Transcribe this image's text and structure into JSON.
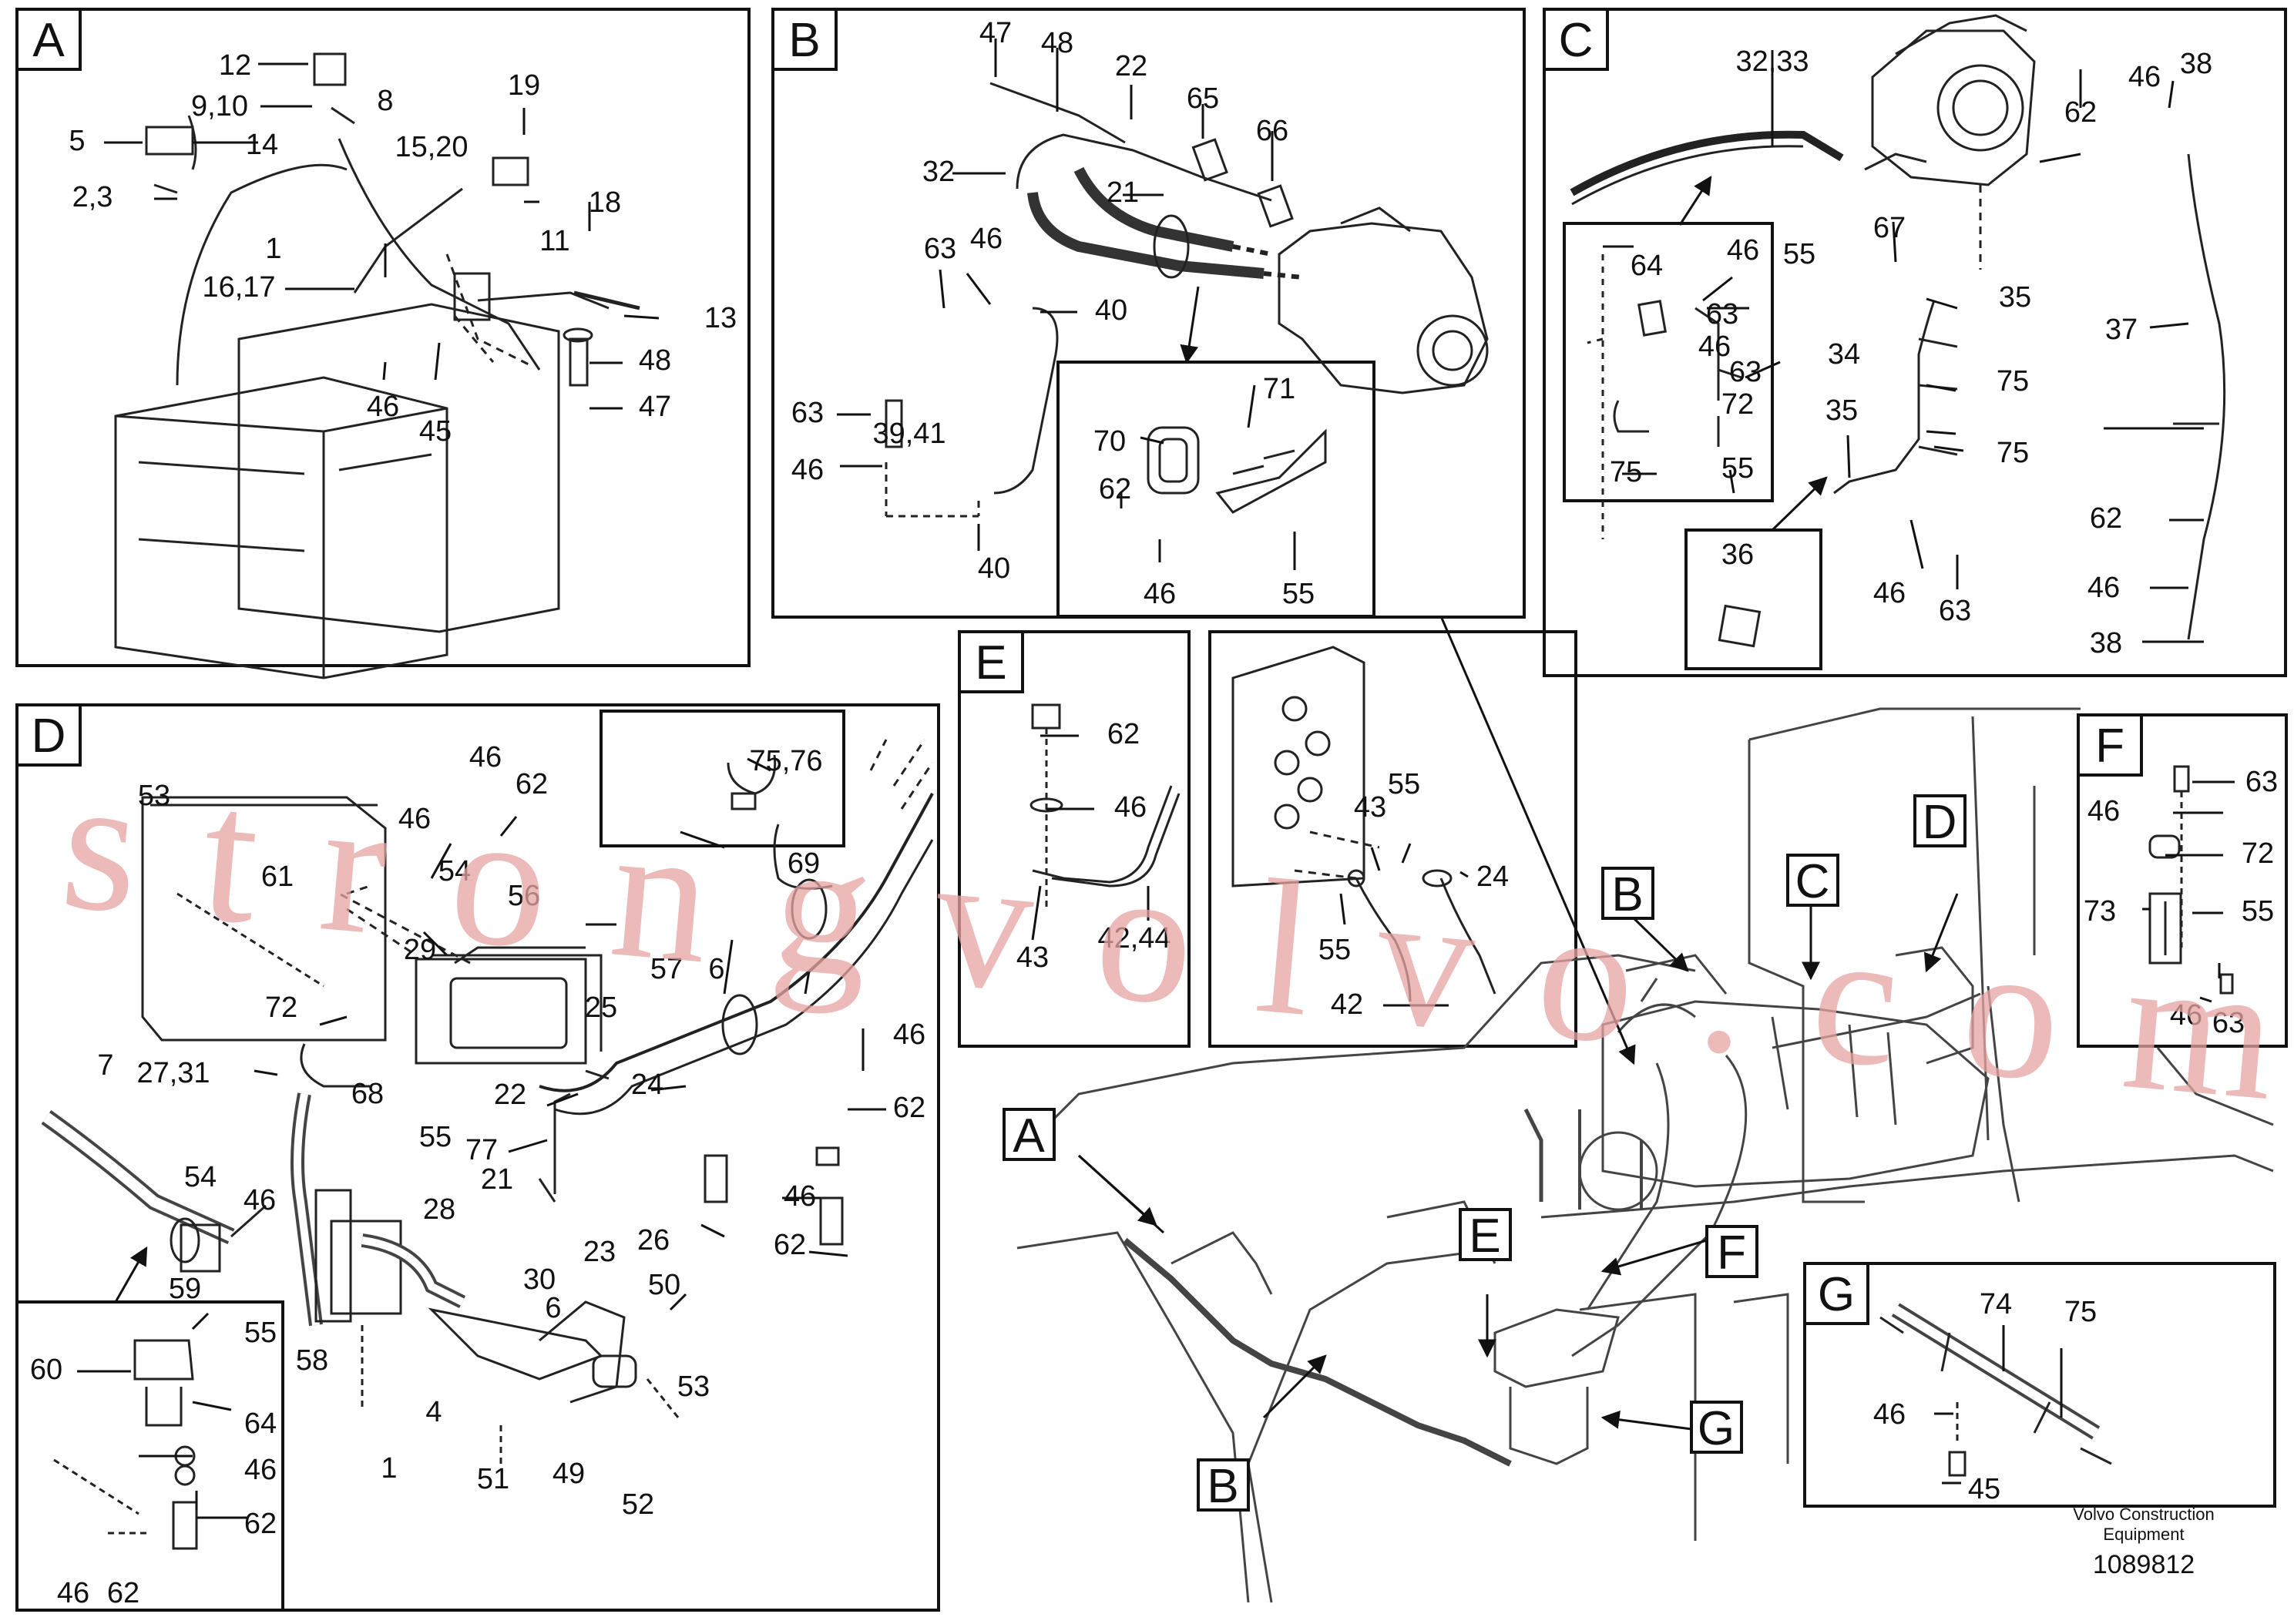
{
  "watermark": "strongvolvo.com",
  "footer": {
    "publisher_line1": "Volvo Construction",
    "publisher_line2": "Equipment",
    "document_number": "1089812"
  },
  "panels": [
    {
      "id": "A",
      "labels": [
        "12",
        "9,10",
        "8",
        "5",
        "14",
        "15,20",
        "19",
        "2,3",
        "18",
        "1",
        "11",
        "16,17",
        "13",
        "46",
        "48",
        "45",
        "47"
      ]
    },
    {
      "id": "B",
      "labels": [
        "47",
        "48",
        "22",
        "65",
        "66",
        "32",
        "21",
        "63",
        "46",
        "40",
        "63",
        "39,41",
        "46",
        "40",
        "71",
        "70",
        "62",
        "46",
        "55"
      ]
    },
    {
      "id": "C",
      "labels": [
        "32,33",
        "46",
        "38",
        "62",
        "64",
        "46",
        "63",
        "46",
        "63",
        "55",
        "67",
        "35",
        "37",
        "34",
        "75",
        "72",
        "35",
        "75",
        "75",
        "55",
        "36",
        "46",
        "63",
        "62",
        "46",
        "38"
      ]
    },
    {
      "id": "D",
      "labels": [
        "75,76",
        "53",
        "46",
        "62",
        "61",
        "46",
        "54",
        "56",
        "72",
        "29",
        "57",
        "69",
        "6",
        "7",
        "27,31",
        "25",
        "46",
        "24",
        "62",
        "22",
        "68",
        "55",
        "77",
        "21",
        "54",
        "46",
        "28",
        "46",
        "23",
        "26",
        "62",
        "59",
        "30",
        "50",
        "6",
        "60",
        "55",
        "58",
        "1",
        "64",
        "4",
        "53",
        "46",
        "51",
        "49",
        "52",
        "62",
        "46",
        "62"
      ]
    },
    {
      "id": "E",
      "labels": [
        "62",
        "46",
        "43",
        "42,44"
      ]
    },
    {
      "id": "E2",
      "labels": [
        "55",
        "43",
        "24",
        "55",
        "42"
      ]
    },
    {
      "id": "F",
      "labels": [
        "63",
        "46",
        "72",
        "73",
        "55",
        "46",
        "63"
      ]
    },
    {
      "id": "G",
      "labels": [
        "74",
        "75",
        "46",
        "45"
      ]
    }
  ],
  "callouts": [
    "A",
    "B",
    "C",
    "D",
    "E",
    "F",
    "G",
    "B"
  ]
}
